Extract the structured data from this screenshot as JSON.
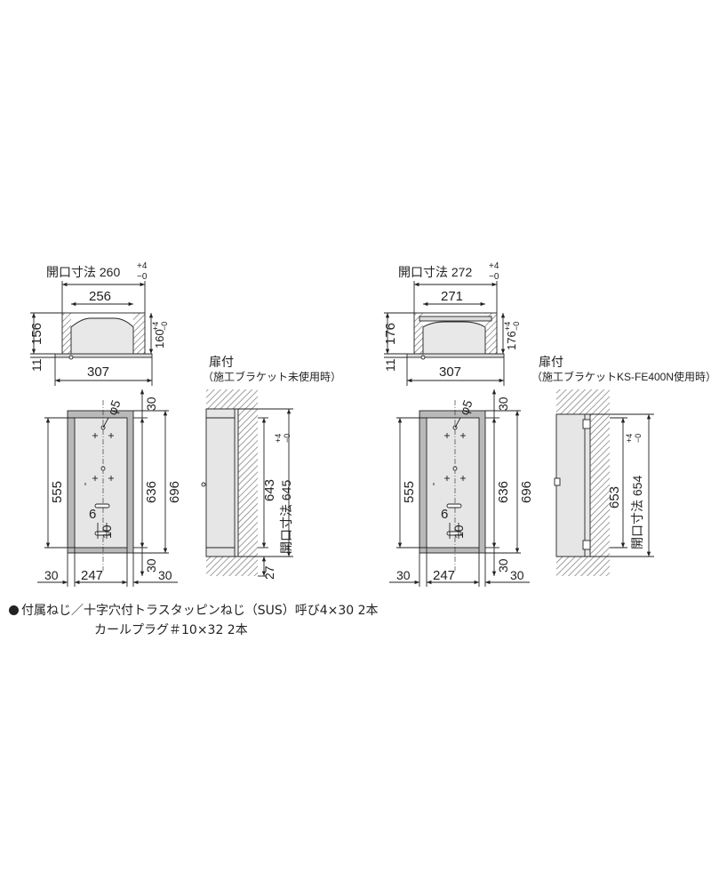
{
  "left_unit": {
    "opening_label": "開口寸法 260",
    "opening_tol_plus": "+4",
    "opening_tol_minus": "−0",
    "top_width_inner": "256",
    "top_width_outer": "307",
    "top_height": "156",
    "top_flange": "11",
    "top_side_dim": "160",
    "top_side_tol_plus": "+4",
    "top_side_tol_minus": "−0",
    "front_inner_height": "555",
    "front_height_mid": "636",
    "front_height_outer": "696",
    "front_top_margin": "30",
    "front_bottom_margin": "30",
    "hole_dia": "φ5",
    "slot_a": "6",
    "slot_b": "10",
    "bottom_left": "30",
    "bottom_width": "247",
    "bottom_right": "30",
    "side_title": "扉付",
    "side_subtitle": "（施工ブラケット未使用時）",
    "side_height": "643",
    "side_opening": "開口寸法 645",
    "side_opening_tol_plus": "+4",
    "side_opening_tol_minus": "−0",
    "side_bottom": "27"
  },
  "right_unit": {
    "opening_label": "開口寸法 272",
    "opening_tol_plus": "+4",
    "opening_tol_minus": "−0",
    "top_width_inner": "271",
    "top_width_outer": "307",
    "top_height": "176",
    "top_flange": "11",
    "top_side_dim": "176",
    "top_side_tol_plus": "+4",
    "top_side_tol_minus": "−0",
    "front_inner_height": "555",
    "front_height_mid": "636",
    "front_height_outer": "696",
    "front_top_margin": "30",
    "front_bottom_margin": "30",
    "hole_dia": "φ5",
    "slot_a": "6",
    "slot_b": "10",
    "bottom_left": "30",
    "bottom_width": "247",
    "bottom_right": "30",
    "side_title": "扉付",
    "side_subtitle": "（施工ブラケットKS-FE400N使用時）",
    "side_height": "653",
    "side_opening": "開口寸法 654",
    "side_opening_tol_plus": "+4",
    "side_opening_tol_minus": "−0"
  },
  "notes": {
    "line1": "付属ねじ／十字穴付トラスタッピンねじ（SUS）呼び4×30 2本",
    "line2": "カールプラグ＃10×32 2本"
  }
}
